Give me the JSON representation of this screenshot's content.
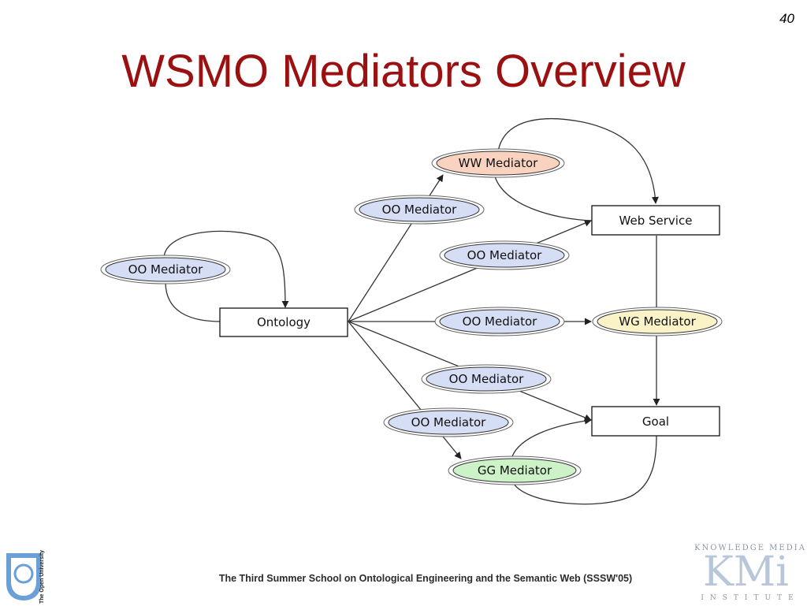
{
  "slide": {
    "page_number": "40",
    "title": "WSMO Mediators Overview",
    "footer": "The Third Summer School on Ontological Engineering and the Semantic Web (SSSW'05)"
  },
  "diagram": {
    "boxes": {
      "ontology": "Ontology",
      "web_service": "Web Service",
      "goal": "Goal"
    },
    "mediators": {
      "oo_loop": "OO Mediator",
      "oo_ws_top": "OO Mediator",
      "oo_ws_mid": "OO Mediator",
      "oo_wg": "OO Mediator",
      "oo_goal": "OO Mediator",
      "oo_gg": "OO Mediator",
      "ww": "WW Mediator",
      "wg": "WG Mediator",
      "gg": "GG Mediator"
    },
    "colors": {
      "oo_fill": "#d6def5",
      "ww_fill": "#f9d2c0",
      "wg_fill": "#fbf3c8",
      "gg_fill": "#cdf2c8",
      "title": "#9b1010"
    }
  },
  "logos": {
    "ou_text": "The Open University",
    "kmi_top": "KNOWLEDGE MEDIA",
    "kmi_big": "KMi",
    "kmi_bottom": "INSTITUTE"
  }
}
